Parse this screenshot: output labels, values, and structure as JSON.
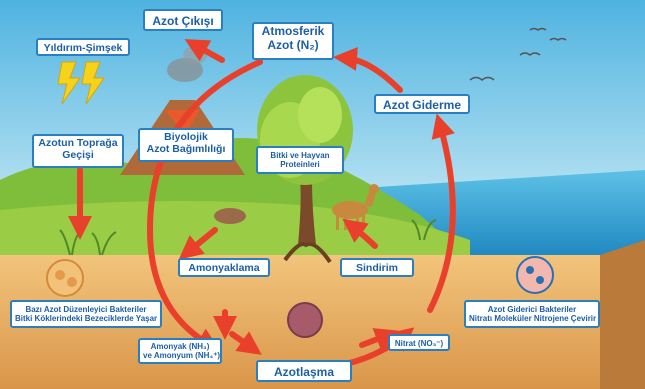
{
  "labels": {
    "azot_cikisi": "Azot Çıkışı",
    "atmosferik_line1": "Atmosferik",
    "atmosferik_line2": "Azot (N₂)",
    "yildirim": "Yıldırım-Şimşek",
    "azot_giderme": "Azot Giderme",
    "topraga_line1": "Azotun Toprağa",
    "topraga_line2": "Geçişi",
    "biyolojik_line1": "Biyolojik",
    "biyolojik_line2": "Azot Bağımlılığı",
    "bitki_line1": "Bitki ve Hayvan",
    "bitki_line2": "Proteinleri",
    "amonyaklama": "Amonyaklama",
    "sindirim": "Sindirim",
    "bakteri_line1": "Bazı Azot Düzenleyici Bakteriler",
    "bakteri_line2": "Bitki Köklerindeki Bezeciklerde Yaşar",
    "gidericii_line1": "Azot Giderici Bakteriler",
    "gidericii_line2": "Nitratı Moleküler Nitrojene Çevirir",
    "amonyak_line1": "Amonyak (NH₃)",
    "amonyak_line2": "ve Amonyum (NH₄⁺)",
    "nitrat": "Nitrat (NO₃⁻)",
    "azotlasma": "Azotlaşma"
  },
  "colors": {
    "arrow": "#e8402a",
    "label_border": "#2a7fc0",
    "label_text": "#1a5fa8",
    "sky": "#8ccfe8",
    "sea": "#2f9fd0",
    "grass": "#8cc43e",
    "soil": "#e9b66a"
  }
}
